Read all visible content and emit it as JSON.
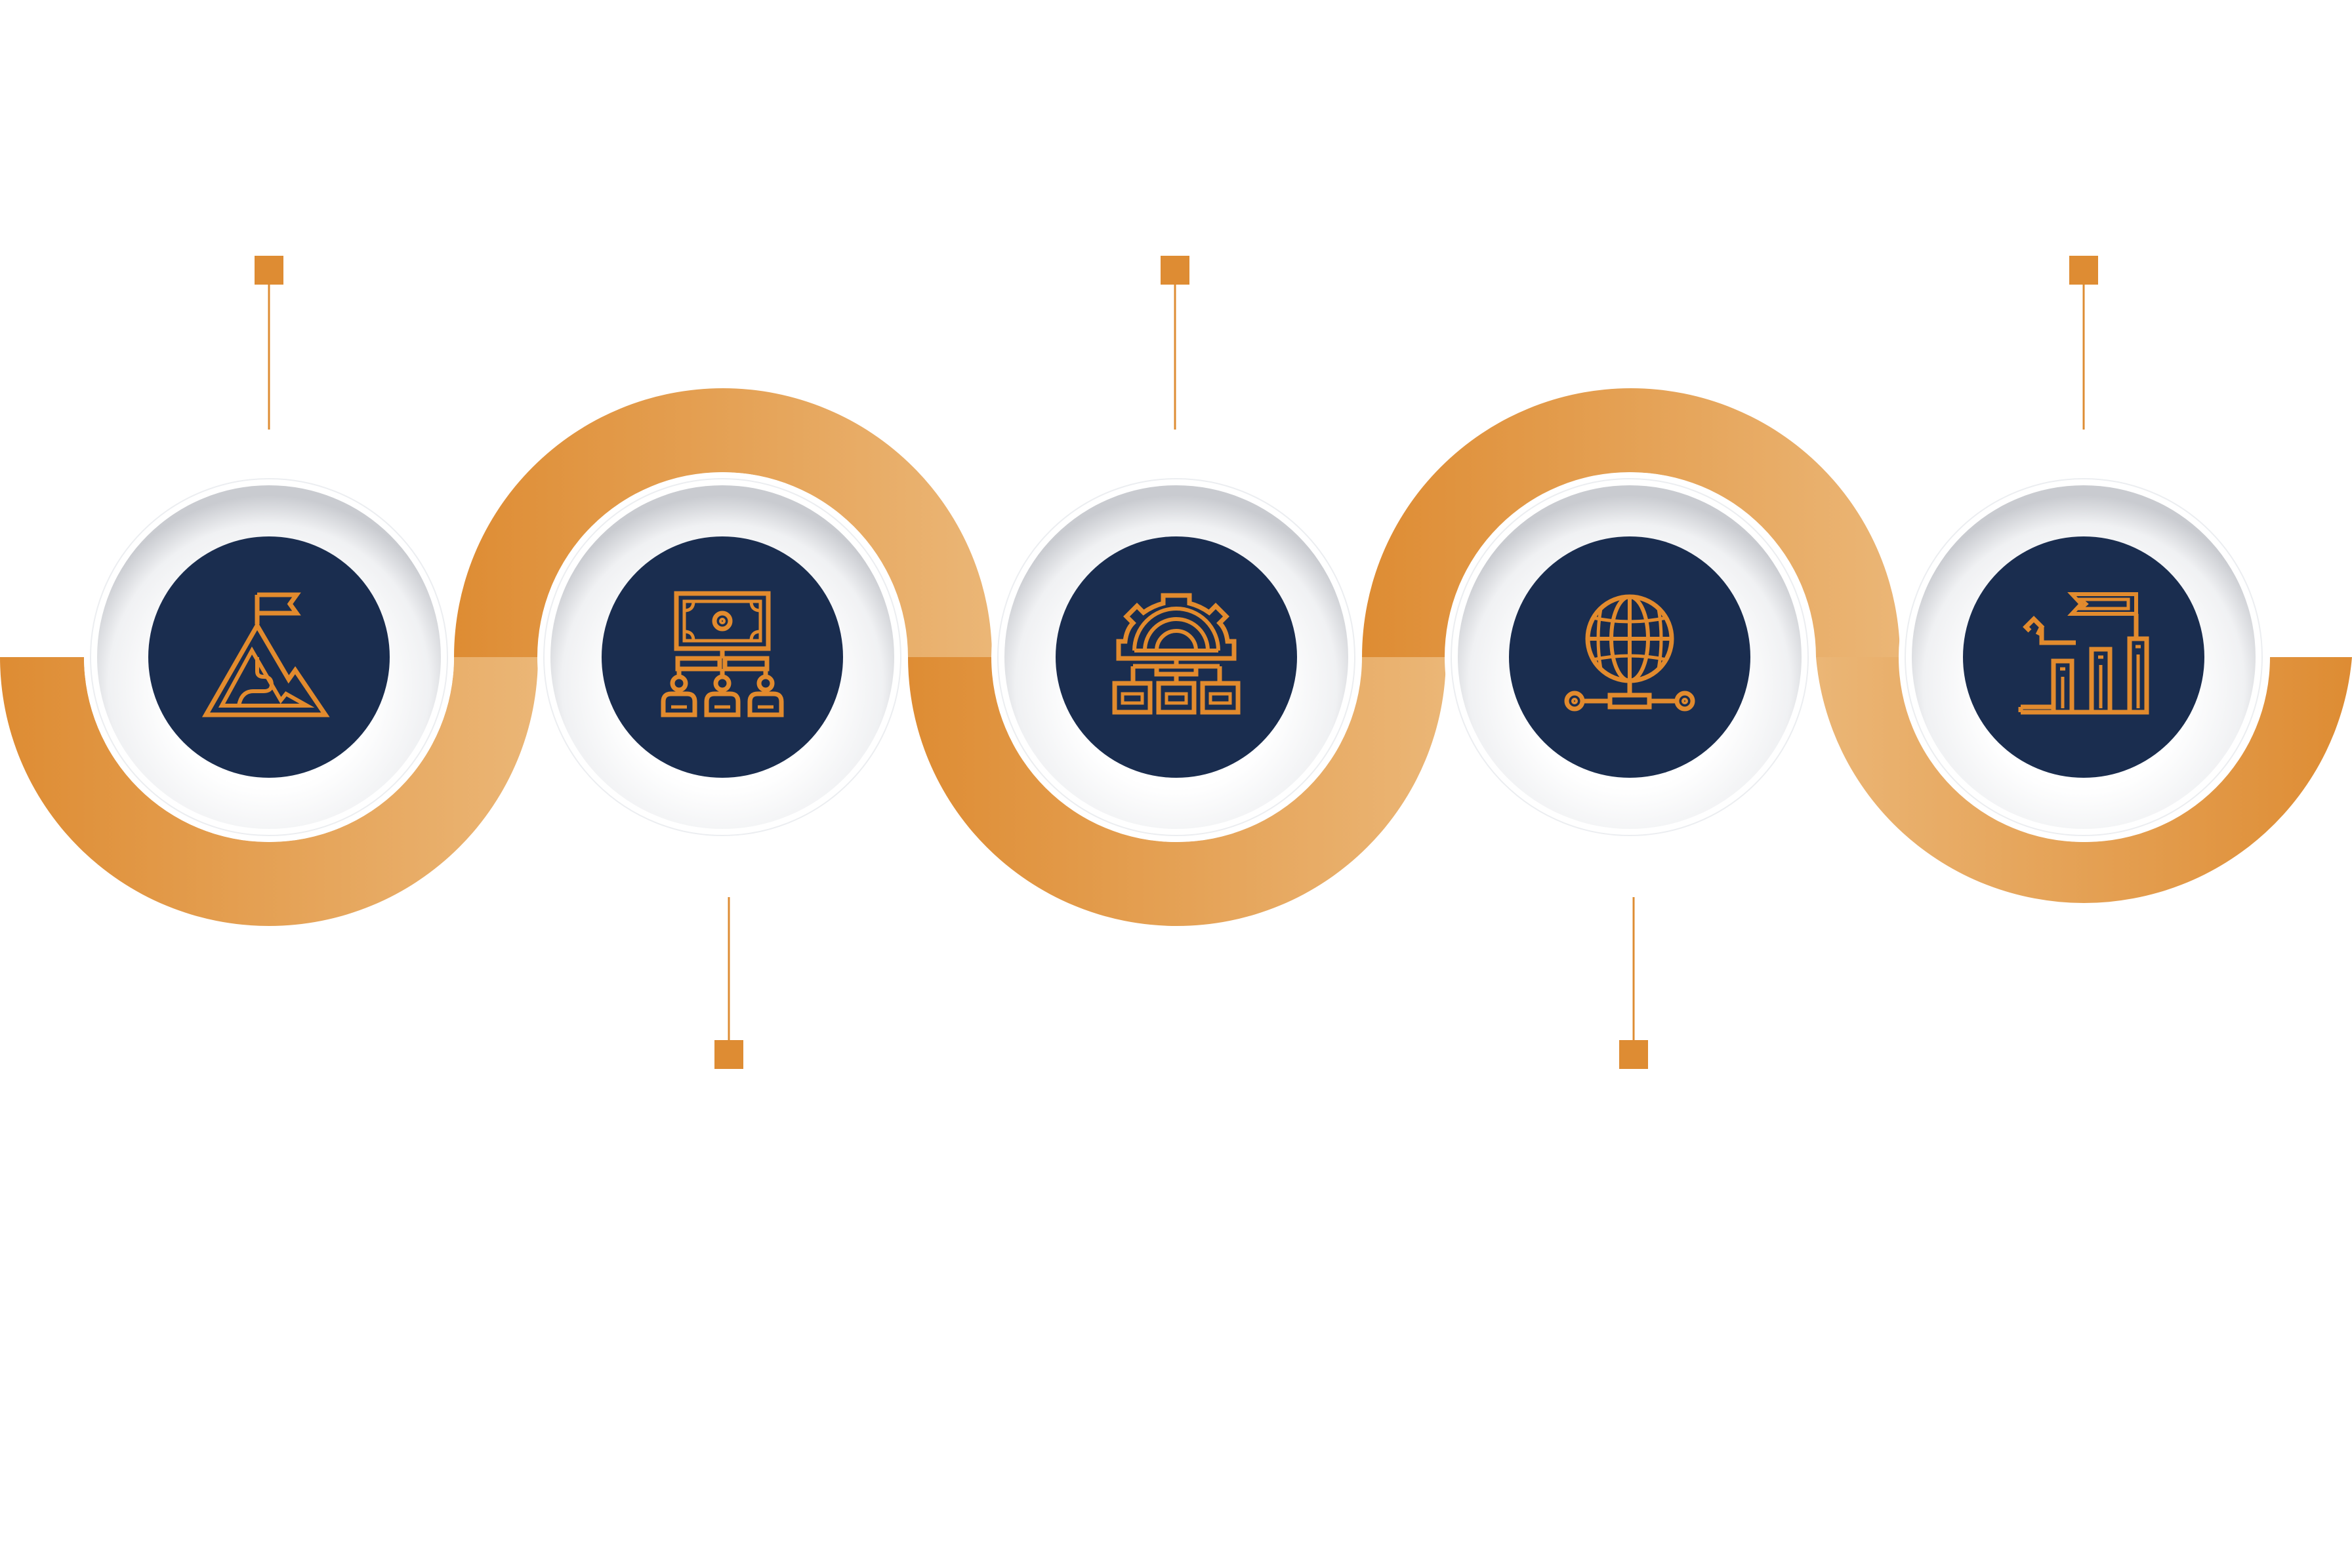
{
  "colors": {
    "band_dark": "#de8c33",
    "band_light": "#ebb676",
    "node_fill": "#1a2d4f",
    "icon_stroke": "#e28b2e",
    "marker": "#de8c33",
    "ring_outer": "#ffffff",
    "ring_inner_shadow": "#c9cbd0"
  },
  "steps": [
    {
      "icon": "mountain-flag-icon",
      "marker_side": "top"
    },
    {
      "icon": "budget-org-chart-icon",
      "marker_side": "bottom"
    },
    {
      "icon": "gear-project-structure-icon",
      "marker_side": "top"
    },
    {
      "icon": "global-network-icon",
      "marker_side": "bottom"
    },
    {
      "icon": "growth-chart-flag-icon",
      "marker_side": "top"
    }
  ]
}
